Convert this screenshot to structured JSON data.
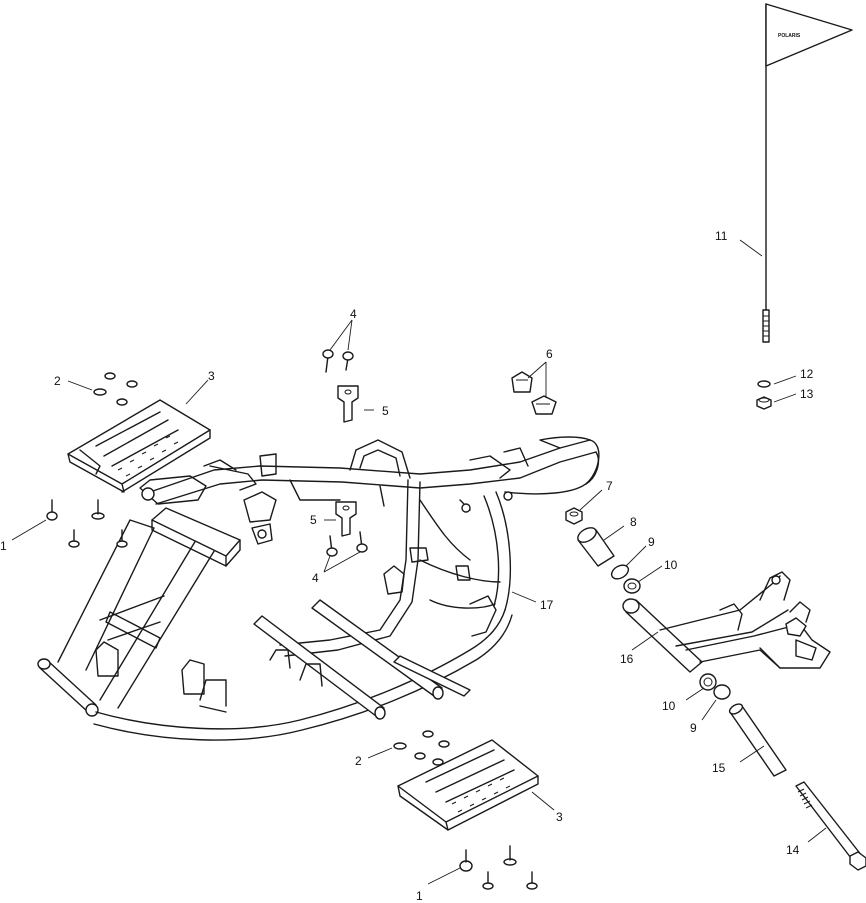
{
  "diagram": {
    "type": "exploded-parts-view",
    "flag_text": "POLARIS",
    "callouts": {
      "c1a": "1",
      "c1b": "1",
      "c2a": "2",
      "c2b": "2",
      "c3a": "3",
      "c3b": "3",
      "c4a": "4",
      "c4b": "4",
      "c5a": "5",
      "c5b": "5",
      "c6": "6",
      "c7": "7",
      "c8": "8",
      "c9a": "9",
      "c9b": "9",
      "c10a": "10",
      "c10b": "10",
      "c11": "11",
      "c12": "12",
      "c13": "13",
      "c14": "14",
      "c15": "15",
      "c16": "16",
      "c17": "17"
    }
  }
}
